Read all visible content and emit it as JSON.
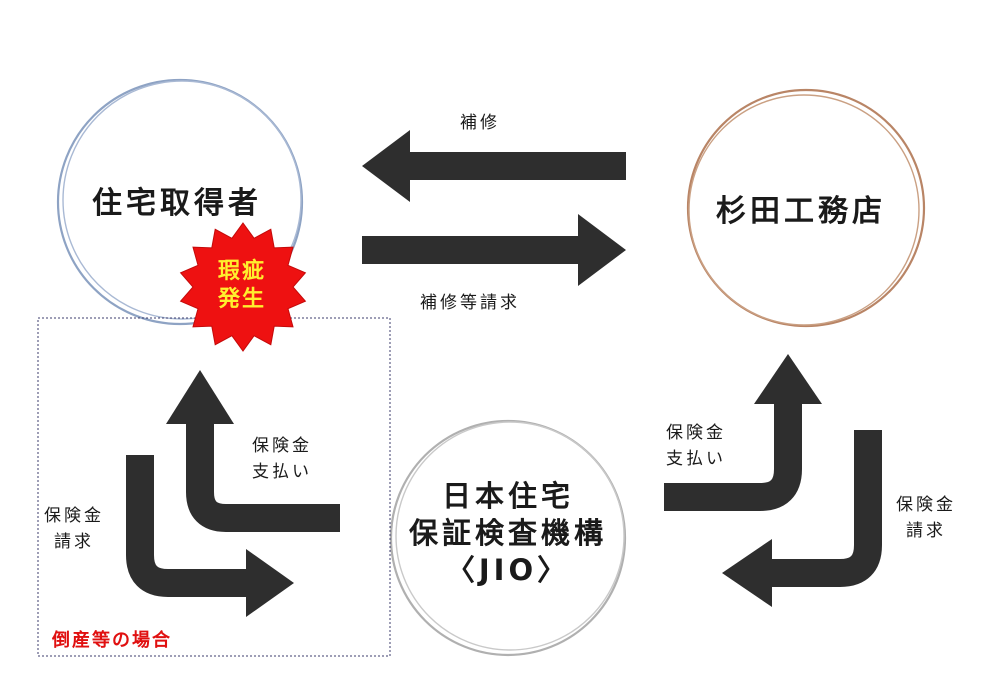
{
  "nodes": {
    "buyer": "住宅取得者",
    "builder": "杉田工務店",
    "jio_line1": "日本住宅",
    "jio_line2": "保証検査機構",
    "jio_line3": "〈JIO〉"
  },
  "badge": {
    "line1": "瑕疵",
    "line2": "発生"
  },
  "flows": {
    "repair": "補修",
    "repair_request": "補修等請求",
    "payout_left_1": "保険金",
    "payout_left_2": "支払い",
    "claim_left_1": "保険金",
    "claim_left_2": "請求",
    "payout_right_1": "保険金",
    "payout_right_2": "支払い",
    "claim_right_1": "保険金",
    "claim_right_2": "請求"
  },
  "bankruptcy_note": "倒産等の場合",
  "colors": {
    "buyer_circle": "#8ea3c4",
    "builder_circle": "#b98566",
    "jio_circle": "#b0b0b0",
    "arrow": "#2e2e2e",
    "badge_fill": "#ee1111",
    "badge_text": "#ffef2e",
    "note_text": "#e01010"
  }
}
